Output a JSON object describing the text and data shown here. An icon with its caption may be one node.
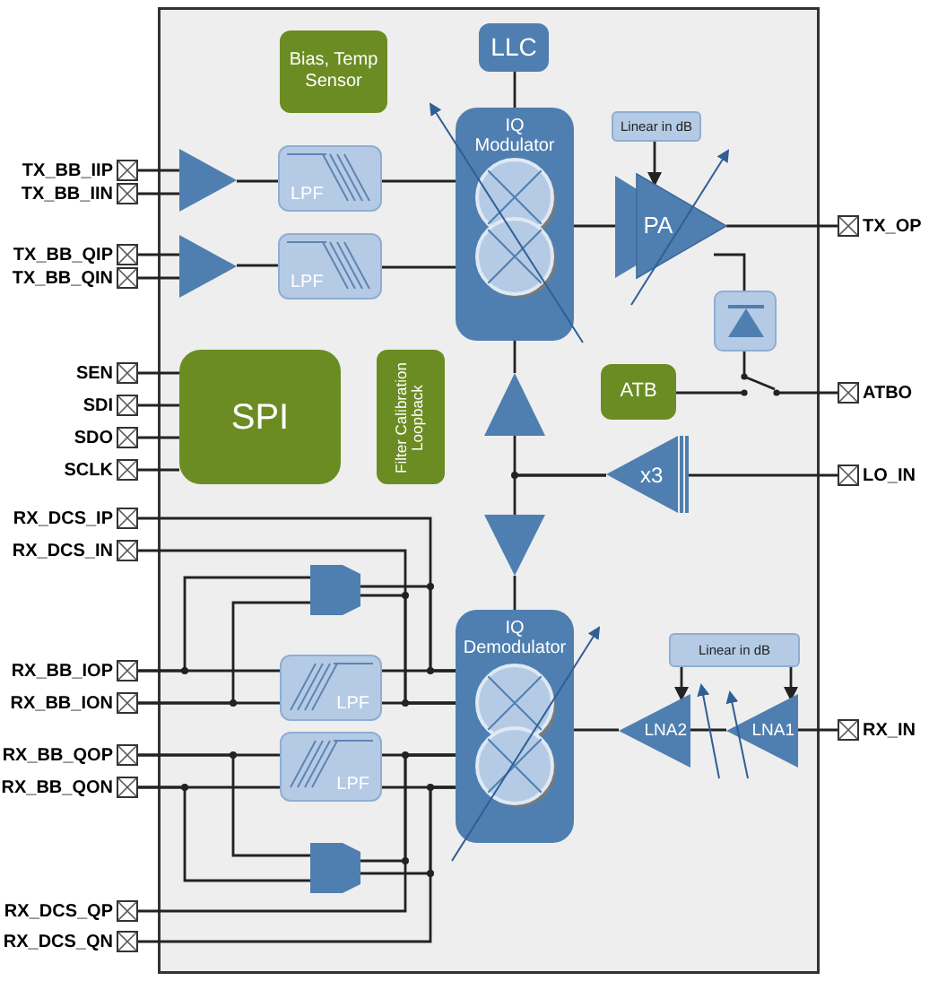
{
  "diagram": {
    "nodes": [
      {
        "text": [],
        "shape": "box"
      },
      {
        "text": [
          "Bias, Temp Sensor"
        ],
        "in": 0
      },
      {
        "text": [
          "LLC"
        ],
        "in": 0
      },
      {
        "text": [
          "IQ Modulator"
        ],
        "in": 0
      },
      {
        "text": [
          "Linear in dB"
        ],
        "in": 0
      },
      {
        "text": [],
        "shape": "triangle",
        "in": 0
      },
      {
        "text": [
          "LPF"
        ],
        "in": 0
      },
      {
        "text": [],
        "shape": "triangle",
        "in": 0
      },
      {
        "text": [
          "LPF"
        ],
        "in": 0
      },
      {
        "text": [
          "PA"
        ],
        "in": 0
      },
      {
        "text": [],
        "shape": "box",
        "in": 0
      },
      {
        "text": [
          "SPI"
        ],
        "in": 0
      },
      {
        "text": [
          "Filter Calibration Loopback"
        ],
        "in": 0
      },
      {
        "text": [],
        "shape": "triangle",
        "in": 0
      },
      {
        "text": [
          "ATB"
        ],
        "in": 0
      },
      {
        "text": [],
        "shape": "switch",
        "in": 0
      },
      {
        "text": [
          "x3"
        ],
        "in": 0
      },
      {
        "text": [],
        "shape": "triangle",
        "in": 0
      },
      {
        "text": [
          "IQ Demodulator"
        ],
        "in": 0
      },
      {
        "text": [
          "Linear in dB"
        ],
        "in": 0
      },
      {
        "text": [],
        "shape": "trapezoid",
        "in": 0
      },
      {
        "text": [
          "LPF"
        ],
        "in": 0
      },
      {
        "text": [
          "LNA2"
        ],
        "in": 0
      },
      {
        "text": [
          "LNA1"
        ],
        "in": 0
      },
      {
        "text": [
          "LPF"
        ],
        "in": 0
      },
      {
        "text": [],
        "shape": "trapezoid",
        "in": 0
      },
      {
        "text": [
          "TX_BB_IIP"
        ]
      },
      {
        "text": [
          "TX_BB_IIN"
        ]
      },
      {
        "text": [
          "TX_BB_QIP"
        ]
      },
      {
        "text": [
          "TX_BB_QIN"
        ]
      },
      {
        "text": [
          "SEN"
        ]
      },
      {
        "text": [
          "SDI"
        ]
      },
      {
        "text": [
          "SDO"
        ]
      },
      {
        "text": [
          "SCLK"
        ]
      },
      {
        "text": [
          "RX_DCS_IP"
        ]
      },
      {
        "text": [
          "RX_DCS_IN"
        ]
      },
      {
        "text": [
          "RX_BB_IOP"
        ]
      },
      {
        "text": [
          "RX_BB_ION"
        ]
      },
      {
        "text": [
          "RX_BB_QOP"
        ]
      },
      {
        "text": [
          "RX_BB_QON"
        ]
      },
      {
        "text": [
          "RX_DCS_QP"
        ]
      },
      {
        "text": [
          "RX_DCS_QN"
        ]
      },
      {
        "text": [
          "TX_OP"
        ]
      },
      {
        "text": [
          "ATBO"
        ]
      },
      {
        "text": [
          "LO_IN"
        ]
      },
      {
        "text": [
          "RX_IN"
        ]
      }
    ],
    "edges": [
      {
        "from": 26,
        "to": 5,
        "arrow": "none"
      },
      {
        "from": 27,
        "to": 5,
        "arrow": "none"
      },
      {
        "from": 28,
        "to": 7,
        "arrow": "none"
      },
      {
        "from": 29,
        "to": 7,
        "arrow": "none"
      },
      {
        "from": 5,
        "to": 6,
        "arrow": "none"
      },
      {
        "from": 7,
        "to": 8,
        "arrow": "none"
      },
      {
        "from": 6,
        "to": 3,
        "arrow": "none"
      },
      {
        "from": 8,
        "to": 3,
        "arrow": "none"
      },
      {
        "from": 2,
        "to": 3,
        "arrow": "none"
      },
      {
        "from": 3,
        "to": 9,
        "arrow": "none"
      },
      {
        "from": 4,
        "to": 9,
        "arrow": "to"
      },
      {
        "from": 9,
        "to": 42,
        "arrow": "none"
      },
      {
        "from": 9,
        "to": 10,
        "arrow": "none"
      },
      {
        "from": 10,
        "to": 15,
        "arrow": "none"
      },
      {
        "from": 14,
        "to": 15,
        "arrow": "none"
      },
      {
        "from": 15,
        "to": 43,
        "arrow": "none"
      },
      {
        "from": 30,
        "to": 11,
        "arrow": "none"
      },
      {
        "from": 31,
        "to": 11,
        "arrow": "none"
      },
      {
        "from": 32,
        "to": 11,
        "arrow": "none"
      },
      {
        "from": 33,
        "to": 11,
        "arrow": "none"
      },
      {
        "from": 44,
        "to": 16,
        "arrow": "none"
      },
      {
        "from": 16,
        "to": 13,
        "arrow": "none"
      },
      {
        "from": 16,
        "to": 17,
        "arrow": "none"
      },
      {
        "from": 13,
        "to": 3,
        "arrow": "none"
      },
      {
        "from": 17,
        "to": 18,
        "arrow": "none"
      },
      {
        "from": 45,
        "to": 23,
        "arrow": "none"
      },
      {
        "from": 23,
        "to": 22,
        "arrow": "none"
      },
      {
        "from": 22,
        "to": 18,
        "arrow": "none"
      },
      {
        "from": 19,
        "to": 22,
        "arrow": "to"
      },
      {
        "from": 19,
        "to": 23,
        "arrow": "to"
      },
      {
        "from": 18,
        "to": 21,
        "arrow": "none"
      },
      {
        "from": 18,
        "to": 21,
        "arrow": "none"
      },
      {
        "from": 21,
        "to": 36,
        "arrow": "none"
      },
      {
        "from": 21,
        "to": 37,
        "arrow": "none"
      },
      {
        "from": 18,
        "to": 24,
        "arrow": "none"
      },
      {
        "from": 18,
        "to": 24,
        "arrow": "none"
      },
      {
        "from": 24,
        "to": 38,
        "arrow": "none"
      },
      {
        "from": 24,
        "to": 39,
        "arrow": "none"
      },
      {
        "from": 36,
        "to": 20,
        "arrow": "none"
      },
      {
        "from": 37,
        "to": 20,
        "arrow": "none"
      },
      {
        "from": 20,
        "to": 18,
        "arrow": "none"
      },
      {
        "from": 20,
        "to": 18,
        "arrow": "none"
      },
      {
        "from": 34,
        "to": 18,
        "arrow": "none"
      },
      {
        "from": 35,
        "to": 18,
        "arrow": "none"
      },
      {
        "from": 38,
        "to": 25,
        "arrow": "none"
      },
      {
        "from": 39,
        "to": 25,
        "arrow": "none"
      },
      {
        "from": 25,
        "to": 18,
        "arrow": "none"
      },
      {
        "from": 25,
        "to": 18,
        "arrow": "none"
      },
      {
        "from": 40,
        "to": 18,
        "arrow": "none"
      },
      {
        "from": 41,
        "to": 18,
        "arrow": "none"
      }
    ]
  }
}
